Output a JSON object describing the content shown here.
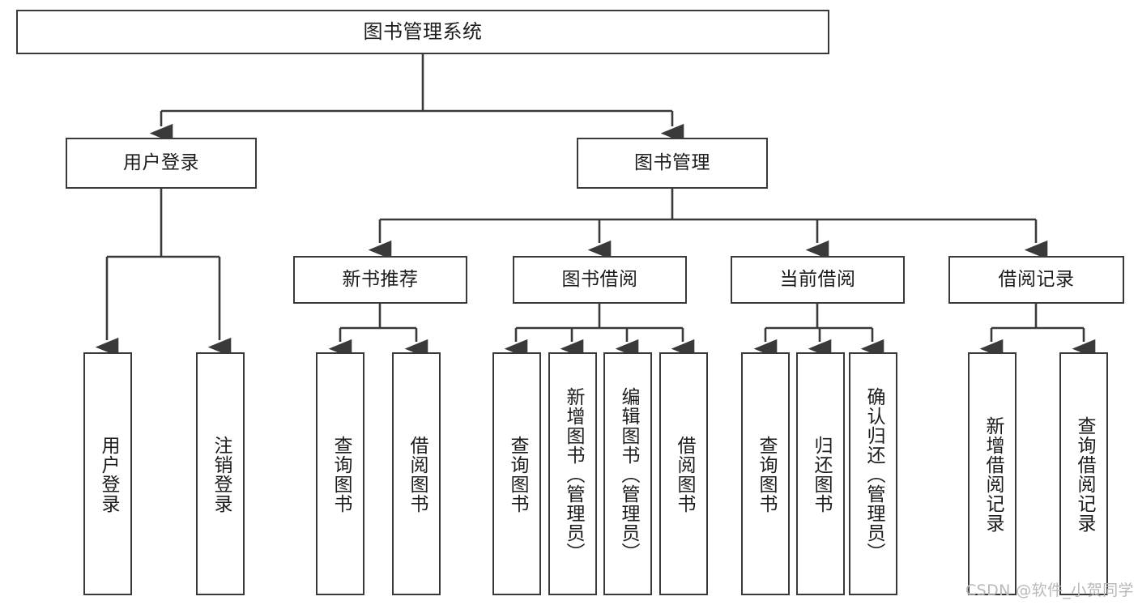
{
  "diagram": {
    "title": "图书管理系统",
    "type": "tree-hierarchy",
    "root": {
      "id": "root",
      "label": "图书管理系统"
    },
    "level2": [
      {
        "id": "user-login",
        "label": "用户登录"
      },
      {
        "id": "book-manage",
        "label": "图书管理"
      }
    ],
    "level3": [
      {
        "id": "new-book-rec",
        "label": "新书推荐",
        "parent": "book-manage"
      },
      {
        "id": "book-borrow",
        "label": "图书借阅",
        "parent": "book-manage"
      },
      {
        "id": "current-borrow",
        "label": "当前借阅",
        "parent": "book-manage"
      },
      {
        "id": "borrow-record",
        "label": "借阅记录",
        "parent": "book-manage"
      }
    ],
    "leaves": [
      {
        "id": "leaf-user-login",
        "label": "用户登录",
        "parent": "user-login"
      },
      {
        "id": "leaf-user-logout",
        "label": "注销登录",
        "parent": "user-login"
      },
      {
        "id": "leaf-query-book-1",
        "label": "查询图书",
        "parent": "new-book-rec"
      },
      {
        "id": "leaf-borrow-book-1",
        "label": "借阅图书",
        "parent": "new-book-rec"
      },
      {
        "id": "leaf-query-book-2",
        "label": "查询图书",
        "parent": "book-borrow"
      },
      {
        "id": "leaf-add-book",
        "label": "新增图书（管理员）",
        "parent": "book-borrow"
      },
      {
        "id": "leaf-edit-book",
        "label": "编辑图书（管理员）",
        "parent": "book-borrow"
      },
      {
        "id": "leaf-borrow-book-2",
        "label": "借阅图书",
        "parent": "book-borrow"
      },
      {
        "id": "leaf-query-book-3",
        "label": "查询图书",
        "parent": "current-borrow"
      },
      {
        "id": "leaf-return-book",
        "label": "归还图书",
        "parent": "current-borrow"
      },
      {
        "id": "leaf-confirm-return",
        "label": "确认归还（管理员）",
        "parent": "current-borrow"
      },
      {
        "id": "leaf-add-record",
        "label": "新增借阅记录",
        "parent": "borrow-record"
      },
      {
        "id": "leaf-query-record",
        "label": "查询借阅记录",
        "parent": "borrow-record"
      }
    ],
    "colors": {
      "stroke": "#3a3a3a",
      "fill": "#ffffff",
      "text": "#1c1c1c",
      "watermark": "#b9b9b9"
    }
  },
  "watermark": {
    "text": "CSDN @软件_小贺同学"
  }
}
